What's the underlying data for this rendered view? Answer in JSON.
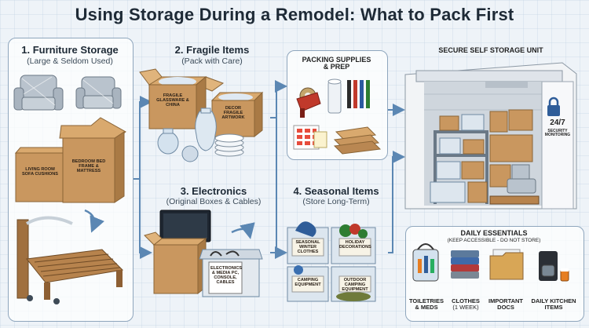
{
  "title": "Using Storage During a Remodel: What to Pack First",
  "sections": {
    "furniture": {
      "title": "1. Furniture Storage",
      "subtitle": "(Large & Seldom Used)",
      "box_labels": [
        "LIVING ROOM SOFA CUSHIONS",
        "BEDROOM BED FRAME & MATTRESS"
      ]
    },
    "fragile": {
      "title": "2. Fragile Items",
      "subtitle": "(Pack with Care)",
      "box_labels": [
        "FRAGILE GLASSWARE & CHINA",
        "DECOR FRAGILE ARTWORK"
      ]
    },
    "electronics": {
      "title": "3. Electronics",
      "subtitle": "(Original Boxes & Cables)",
      "bin_label": "ELECTRONICS & MEDIA PC, CONSOLE, CABLES"
    },
    "seasonal": {
      "title": "4. Seasonal Items",
      "subtitle": "(Store Long-Term)",
      "bin_labels": [
        "SEASONAL WINTER CLOTHES",
        "HOLIDAY DECORATIONS",
        "CAMPING EQUIPMENT",
        "OUTDOOR CAMPING EQUIPMENT"
      ]
    },
    "supplies": {
      "title_line1": "PACKING SUPPLIES",
      "title_line2": "& PREP"
    },
    "unit": {
      "title": "SECURE SELF STORAGE UNIT",
      "monitor_big": "24/7",
      "monitor_small": "SECURITY MONITORING"
    },
    "daily": {
      "title": "DAILY ESSENTIALS",
      "subtitle": "(KEEP ACCESSIBLE - DO NOT STORE)",
      "items": [
        {
          "line1": "TOILETRIES",
          "line2": "& MEDS"
        },
        {
          "line1": "CLOTHES",
          "line2": "(1 WEEK)"
        },
        {
          "line1": "IMPORTANT",
          "line2": "DOCS"
        },
        {
          "line1": "DAILY KITCHEN",
          "line2": "ITEMS"
        }
      ]
    }
  },
  "colors": {
    "panel_border": "#8fa6bd",
    "arrow": "#5b87b3",
    "cardboard": "#c9975f",
    "cardboard_dark": "#a97a45"
  }
}
